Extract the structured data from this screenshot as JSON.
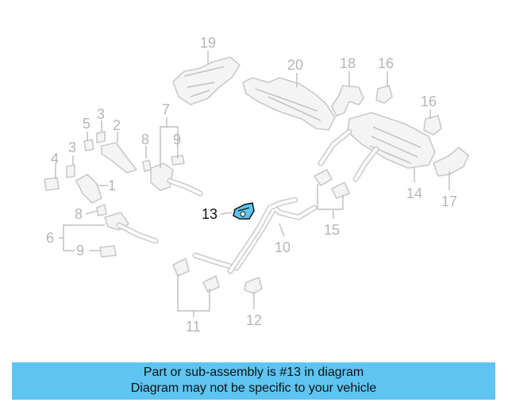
{
  "callouts": {
    "c1": "1",
    "c2": "2",
    "c3a": "3",
    "c3b": "3",
    "c4": "4",
    "c5": "5",
    "c6": "6",
    "c7": "7",
    "c8a": "8",
    "c8b": "8",
    "c9a": "9",
    "c9b": "9",
    "c10": "10",
    "c11": "11",
    "c12": "12",
    "c13": "13",
    "c14": "14",
    "c15": "15",
    "c16a": "16",
    "c16b": "16",
    "c17": "17",
    "c18": "18",
    "c19": "19",
    "c20": "20"
  },
  "highlight": {
    "part_number": "13",
    "color": "#5ec4f1"
  },
  "banner": {
    "line1": "Part or sub-assembly is #13 in diagram",
    "line2": "Diagram may not be specific to your vehicle",
    "background": "#5ec4f1"
  }
}
